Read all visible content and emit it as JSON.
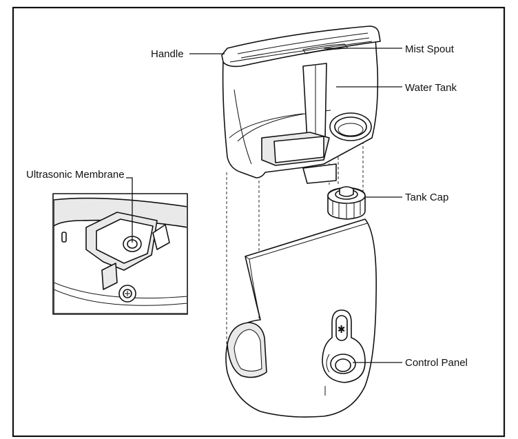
{
  "labels": {
    "handle": "Handle",
    "mist_spout": "Mist Spout",
    "water_tank": "Water Tank",
    "ultrasonic_membrane": "Ultrasonic Membrane",
    "tank_cap": "Tank Cap",
    "control_panel": "Control Panel"
  },
  "colors": {
    "line": "#111111",
    "background": "#ffffff",
    "shade": "#e9e9e9"
  }
}
